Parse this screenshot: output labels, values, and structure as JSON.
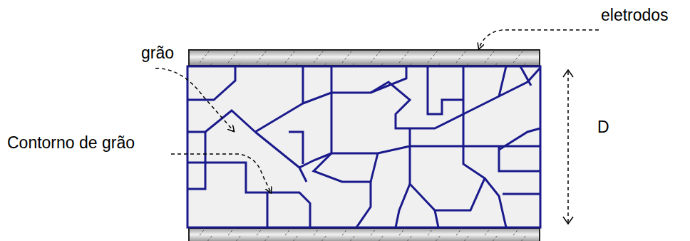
{
  "diagram": {
    "labels": [
      "eletrodos",
      "grão",
      "Contorno de grão",
      "D"
    ]
  }
}
